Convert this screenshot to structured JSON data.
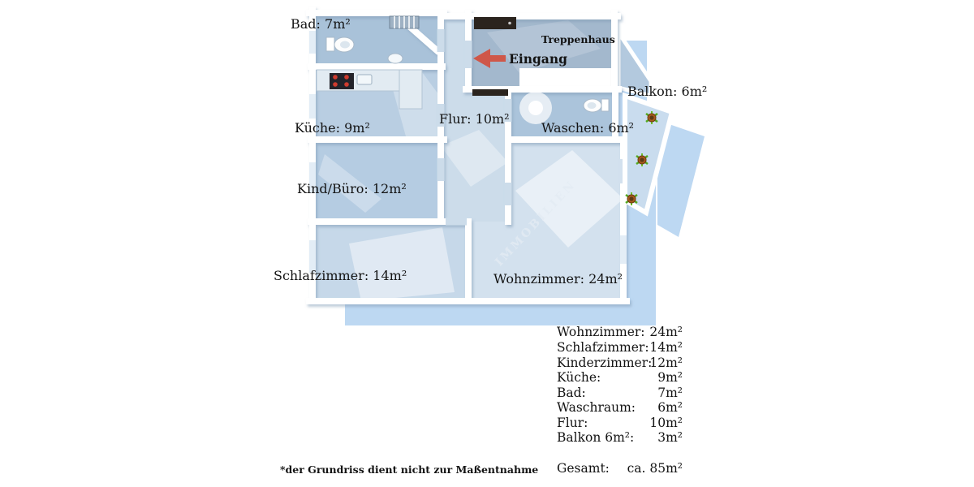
{
  "floorplan": {
    "labels": {
      "bad": "Bad: 7m²",
      "treppenhaus": "Treppenhaus",
      "eingang": "Eingang",
      "balkon": "Balkon: 6m²",
      "kueche": "Küche: 9m²",
      "flur": "Flur: 10m²",
      "waschen": "Waschen: 6m²",
      "kind_buero": "Kind/Büro: 12m²",
      "schlafzimmer": "Schlafzimmer: 14m²",
      "wohnzimmer": "Wohnzimmer: 24m²"
    },
    "watermark": "IMMOBILIEN",
    "icons": {
      "eingang_arrow": "left-arrow"
    }
  },
  "legend": {
    "rows": [
      {
        "label": "Wohnzimmer:",
        "value": "24m²"
      },
      {
        "label": "Schlafzimmer:",
        "value": "14m²"
      },
      {
        "label": "Kinderzimmer:",
        "value": "12m²"
      },
      {
        "label": "Küche:",
        "value": "9m²"
      },
      {
        "label": "Bad:",
        "value": "7m²"
      },
      {
        "label": "Waschraum:",
        "value": "6m²"
      },
      {
        "label": "Flur:",
        "value": "10m²"
      },
      {
        "label": "Balkon 6m²:",
        "value": "3m²"
      }
    ],
    "total": {
      "label": "Gesamt:",
      "value": "ca. 85m²"
    }
  },
  "footnote": "*der Grundriss dient nicht zur Maßentnahme",
  "colors": {
    "shadow_blue": "#bdd8f2",
    "floor_blue": "#b5cce2",
    "wall_white": "#ffffff",
    "arrow_red": "#cf5749",
    "text_black": "#131313"
  }
}
